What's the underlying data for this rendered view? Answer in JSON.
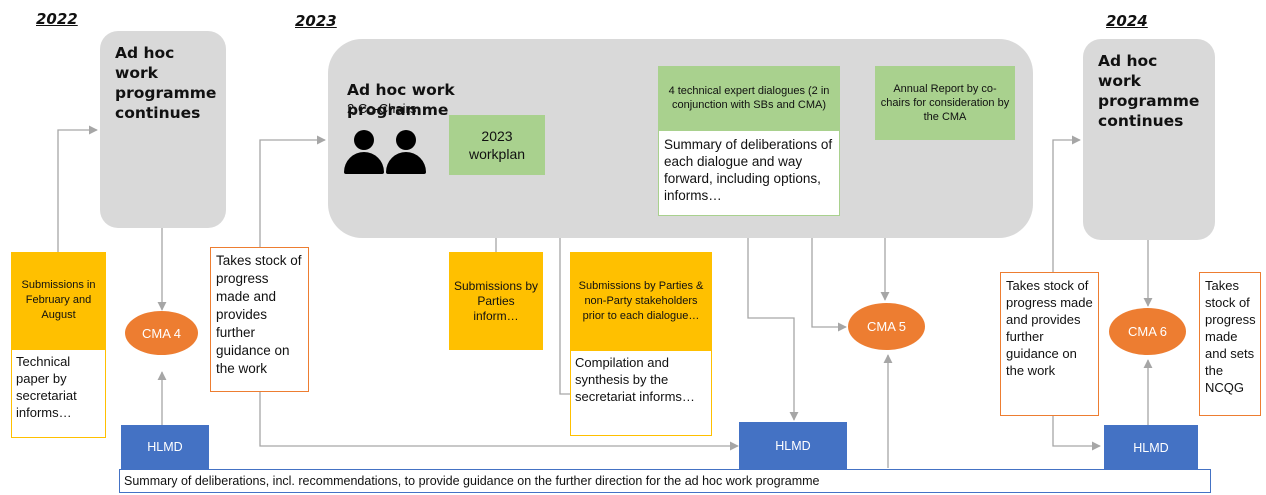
{
  "years": {
    "y2022": "2022",
    "y2023": "2023",
    "y2024": "2024"
  },
  "block_2022": {
    "title": "Ad hoc work programme continues",
    "submissions": "Submissions in February and August",
    "paper": "Technical paper by secretariat informs…",
    "cma": "CMA 4",
    "hlmd": "HLMD"
  },
  "block_2023": {
    "title": "Ad hoc work programme",
    "cochairs": "2 Co-Chairs",
    "workplan": "2023 workplan",
    "dialogues": "4 technical expert dialogues (2 in conjunction with SBs and CMA)",
    "summary": "Summary of deliberations of each dialogue and way forward, including options, informs…",
    "annual_report": "Annual Report by co-chairs for consideration by the CMA",
    "takes_stock": "Takes stock of progress made and provides further guidance on the work",
    "submissions_parties": "Submissions by Parties inform…",
    "submissions_dialogue": "Submissions by Parties & non-Party stakeholders prior to each dialogue…",
    "compilation": "Compilation and synthesis by the secretariat informs…",
    "cma": "CMA 5",
    "hlmd": "HLMD"
  },
  "block_2024": {
    "title": "Ad hoc work programme continues",
    "takes_stock": "Takes stock of progress made and provides further guidance on the work",
    "ncqg": "Takes stock of progress made and sets the NCQG",
    "cma": "CMA 6",
    "hlmd": "HLMD"
  },
  "footer": "Summary of deliberations, incl. recommendations, to provide guidance on the further direction for the ad hoc work programme",
  "colors": {
    "grey": "#d9d9d9",
    "green": "#a9d18e",
    "yellow": "#ffc000",
    "orange": "#ed7d31",
    "blue": "#4472c4",
    "line": "#a6a6a6"
  },
  "icons": [
    "person-icon",
    "person-icon"
  ]
}
